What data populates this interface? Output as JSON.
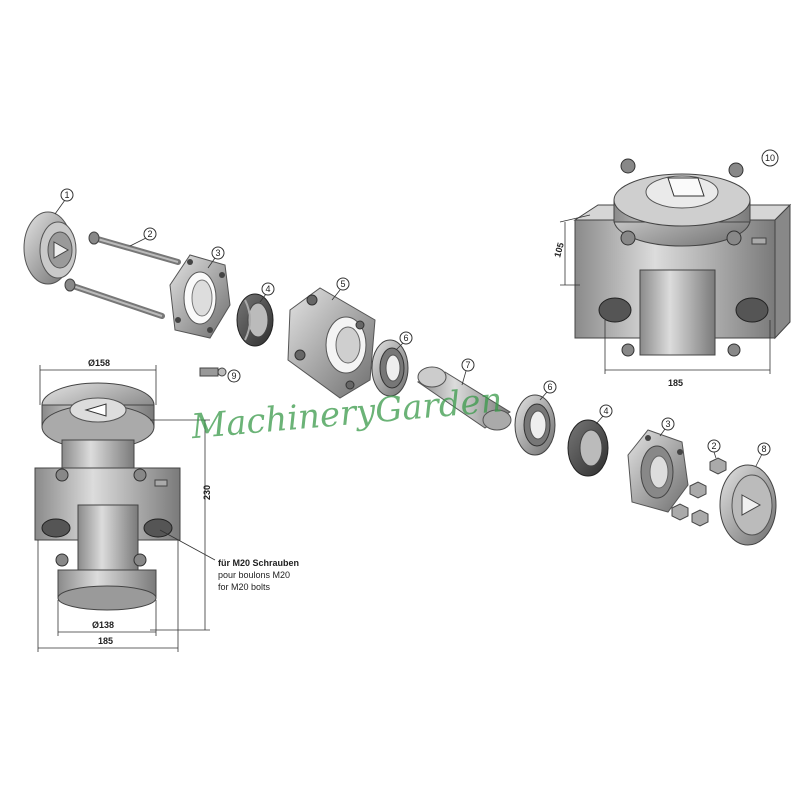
{
  "watermark": "MachineryGarden",
  "callouts": {
    "c1": "1",
    "c2a": "2",
    "c3a": "3",
    "c4a": "4",
    "c5": "5",
    "c6a": "6",
    "c7": "7",
    "c9": "9",
    "c6b": "6",
    "c4b": "4",
    "c3b": "3",
    "c2b": "2",
    "c8": "8",
    "c10": "10"
  },
  "dimensions": {
    "left_top_diameter": "Ø158",
    "left_height": "230",
    "left_bottom_diameter": "Ø138",
    "left_width": "185",
    "right_height": "105",
    "right_width": "185"
  },
  "note": {
    "de": "für M20 Schrauben",
    "fr": "pour boulons M20",
    "en": "for M20 bolts"
  }
}
